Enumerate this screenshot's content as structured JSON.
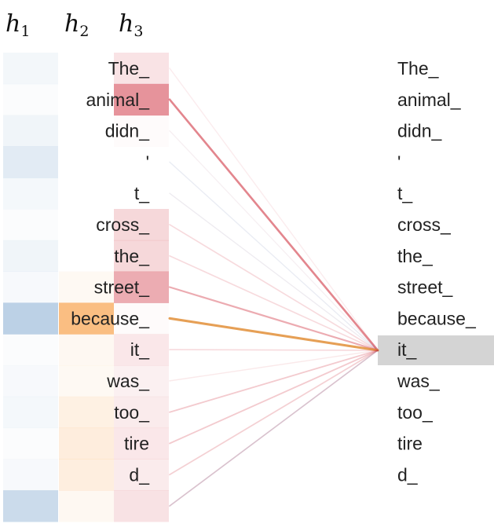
{
  "heads": [
    {
      "name": "h",
      "index": "1"
    },
    {
      "name": "h",
      "index": "2"
    },
    {
      "name": "h",
      "index": "3"
    }
  ],
  "left_tokens": [
    "The_",
    "animal_",
    "didn_",
    "'",
    "t_",
    "cross_",
    "the_",
    "street_",
    "because_",
    "it_",
    "was_",
    "too_",
    "tire",
    "d_",
    ""
  ],
  "right_tokens": [
    "The_",
    "animal_",
    "didn_",
    "'",
    "t_",
    "cross_",
    "the_",
    "street_",
    "because_",
    "it_",
    "was_",
    "too_",
    "tire",
    "d_"
  ],
  "selected_token_index": 9,
  "colors": {
    "h1": "#2f6fb0",
    "h2": "#f5891c",
    "h3": "#d23a48",
    "selected_bg": "#d4d4d4",
    "edge_h2": "#e08a2e"
  },
  "attention": {
    "h1": [
      0.06,
      0.02,
      0.07,
      0.14,
      0.05,
      0.02,
      0.07,
      0.04,
      0.32,
      0.02,
      0.04,
      0.05,
      0.02,
      0.04,
      0.25
    ],
    "h2": [
      0.0,
      0.0,
      0.0,
      0.0,
      0.0,
      0.0,
      0.0,
      0.05,
      0.55,
      0.06,
      0.05,
      0.12,
      0.15,
      0.14,
      0.06
    ],
    "h3": [
      0.14,
      0.55,
      0.02,
      0.0,
      0.0,
      0.2,
      0.2,
      0.42,
      0.02,
      0.12,
      0.08,
      0.1,
      0.12,
      0.1,
      0.15
    ]
  },
  "edges_to_selected": [
    {
      "from": 0,
      "h3": 0.1,
      "h1": 0.0,
      "h2": 0.0
    },
    {
      "from": 1,
      "h3": 0.65,
      "h1": 0.0,
      "h2": 0.0
    },
    {
      "from": 2,
      "h3": 0.06,
      "h1": 0.03,
      "h2": 0.0
    },
    {
      "from": 3,
      "h3": 0.03,
      "h1": 0.1,
      "h2": 0.0
    },
    {
      "from": 4,
      "h3": 0.05,
      "h1": 0.08,
      "h2": 0.0
    },
    {
      "from": 5,
      "h3": 0.2,
      "h1": 0.0,
      "h2": 0.0
    },
    {
      "from": 6,
      "h3": 0.2,
      "h1": 0.0,
      "h2": 0.0
    },
    {
      "from": 7,
      "h3": 0.45,
      "h1": 0.0,
      "h2": 0.0
    },
    {
      "from": 8,
      "h3": 0.05,
      "h1": 0.0,
      "h2": 0.85
    },
    {
      "from": 9,
      "h3": 0.2,
      "h1": 0.0,
      "h2": 0.0
    },
    {
      "from": 10,
      "h3": 0.12,
      "h1": 0.0,
      "h2": 0.0
    },
    {
      "from": 11,
      "h3": 0.28,
      "h1": 0.0,
      "h2": 0.0
    },
    {
      "from": 12,
      "h3": 0.28,
      "h1": 0.0,
      "h2": 0.0
    },
    {
      "from": 13,
      "h3": 0.25,
      "h1": 0.0,
      "h2": 0.0
    },
    {
      "from": 14,
      "h3": 0.22,
      "h1": 0.18,
      "h2": 0.0
    }
  ]
}
